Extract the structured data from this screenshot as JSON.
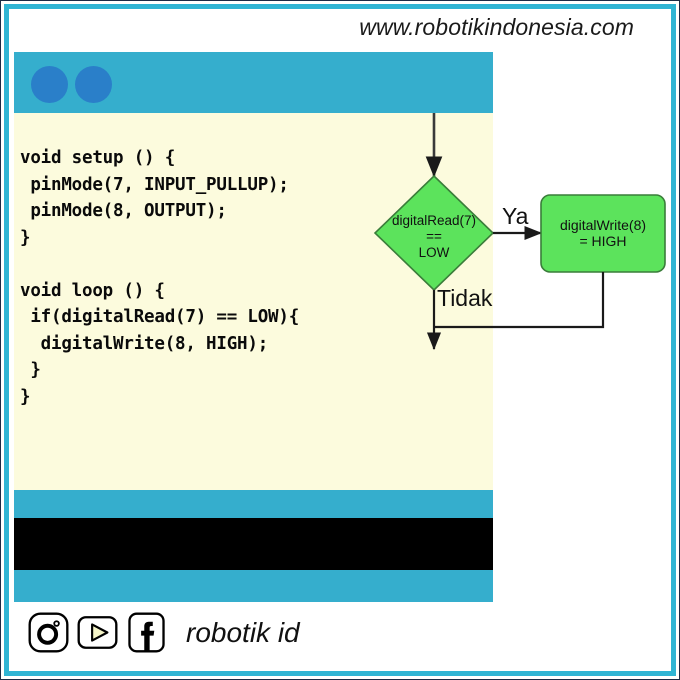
{
  "site": {
    "url": "www.robotikindonesia.com"
  },
  "panel": {
    "header": {
      "dots": [
        "dot-left",
        "dot-right"
      ],
      "color": "#35aecd",
      "dot_color": "#2a7fc9"
    },
    "code": {
      "background": "#fcfbdd",
      "text": "void setup () {\n pinMode(7, INPUT_PULLUP);\n pinMode(8, OUTPUT);\n}\n\nvoid loop () {\n if(digitalRead(7) == LOW){\n  digitalWrite(8, HIGH);\n }\n}"
    },
    "footer": {
      "bar_color": "#35aecd",
      "black_color": "#000000"
    }
  },
  "flowchart": {
    "decision": {
      "text": "digitalRead(7)\n==\nLOW",
      "fill": "#5ce35c",
      "stroke": "#3a7d3a"
    },
    "process": {
      "text": "digitalWrite(8)\n= HIGH",
      "fill": "#5ce35c",
      "stroke": "#3a7d3a"
    },
    "labels": {
      "yes": "Ya",
      "no": "Tidak"
    }
  },
  "social": {
    "icons": [
      "instagram-icon",
      "youtube-icon",
      "facebook-icon"
    ],
    "handle": "robotik id"
  },
  "theme": {
    "frame_color": "#2fb4d4",
    "page_background": "#ffffff"
  }
}
